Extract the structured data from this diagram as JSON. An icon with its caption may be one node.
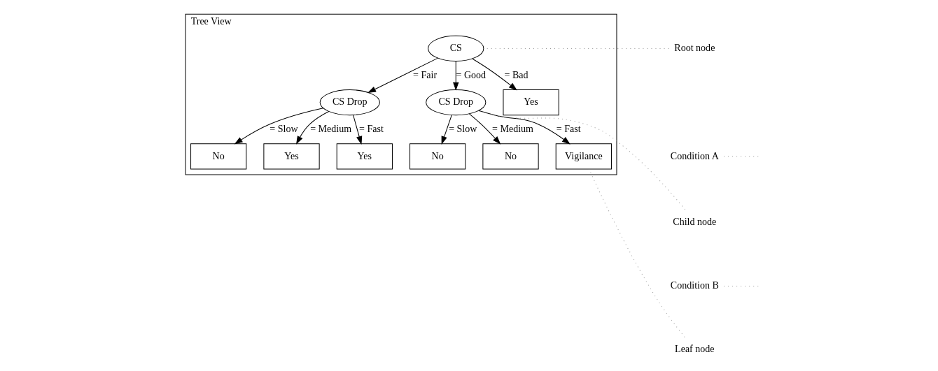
{
  "diagram": {
    "nodes": [
      {
        "text": [
          "Tree View"
        ]
      },
      {
        "text": [
          "CS"
        ],
        "in": 0
      },
      {
        "text": [
          "CS Drop"
        ],
        "in": 0
      },
      {
        "text": [
          "CS Drop"
        ],
        "in": 0
      },
      {
        "text": [
          "Yes"
        ],
        "in": 0
      },
      {
        "text": [
          "No"
        ],
        "in": 0
      },
      {
        "text": [
          "Yes"
        ],
        "in": 0
      },
      {
        "text": [
          "Yes"
        ],
        "in": 0
      },
      {
        "text": [
          "No"
        ],
        "in": 0
      },
      {
        "text": [
          "No"
        ],
        "in": 0
      },
      {
        "text": [
          "Vigilance"
        ],
        "in": 0
      },
      {
        "text": [
          "Root node"
        ]
      },
      {
        "text": [
          "Condition A"
        ]
      },
      {
        "text": [
          "Child node"
        ]
      },
      {
        "text": [
          "Condition B"
        ]
      },
      {
        "text": [
          "Leaf node"
        ]
      }
    ],
    "edges": [
      {
        "from": 1,
        "to": 4,
        "arrow": "to",
        "label": "= Bad"
      },
      {
        "from": 1,
        "to": 2,
        "arrow": "to",
        "label": "= Fair"
      },
      {
        "from": 1,
        "to": 3,
        "arrow": "to",
        "label": "= Good"
      },
      {
        "from": 2,
        "to": 5,
        "arrow": "to",
        "label": "= Slow"
      },
      {
        "from": 2,
        "to": 6,
        "arrow": "to",
        "label": "= Medium"
      },
      {
        "from": 2,
        "to": 7,
        "arrow": "to",
        "label": "= Fast"
      },
      {
        "from": 3,
        "to": 8,
        "arrow": "to",
        "label": "= Slow"
      },
      {
        "from": 3,
        "to": 9,
        "arrow": "to",
        "label": "= Medium"
      },
      {
        "from": 3,
        "to": 10,
        "arrow": "to",
        "label": "= Fast"
      },
      {
        "from": 11,
        "to": 1,
        "arrow": "none",
        "style": "dashed",
        "color": "#999999"
      },
      {
        "from": 12,
        "to": null,
        "arrow": "none",
        "style": "dashed",
        "color": "#999999"
      },
      {
        "from": 13,
        "to": 3,
        "arrow": "none",
        "style": "dashed",
        "color": "#999999"
      },
      {
        "from": 14,
        "to": null,
        "arrow": "none",
        "style": "dashed",
        "color": "#999999"
      },
      {
        "from": 15,
        "to": 10,
        "arrow": "none",
        "style": "dashed",
        "color": "#999999"
      }
    ]
  }
}
